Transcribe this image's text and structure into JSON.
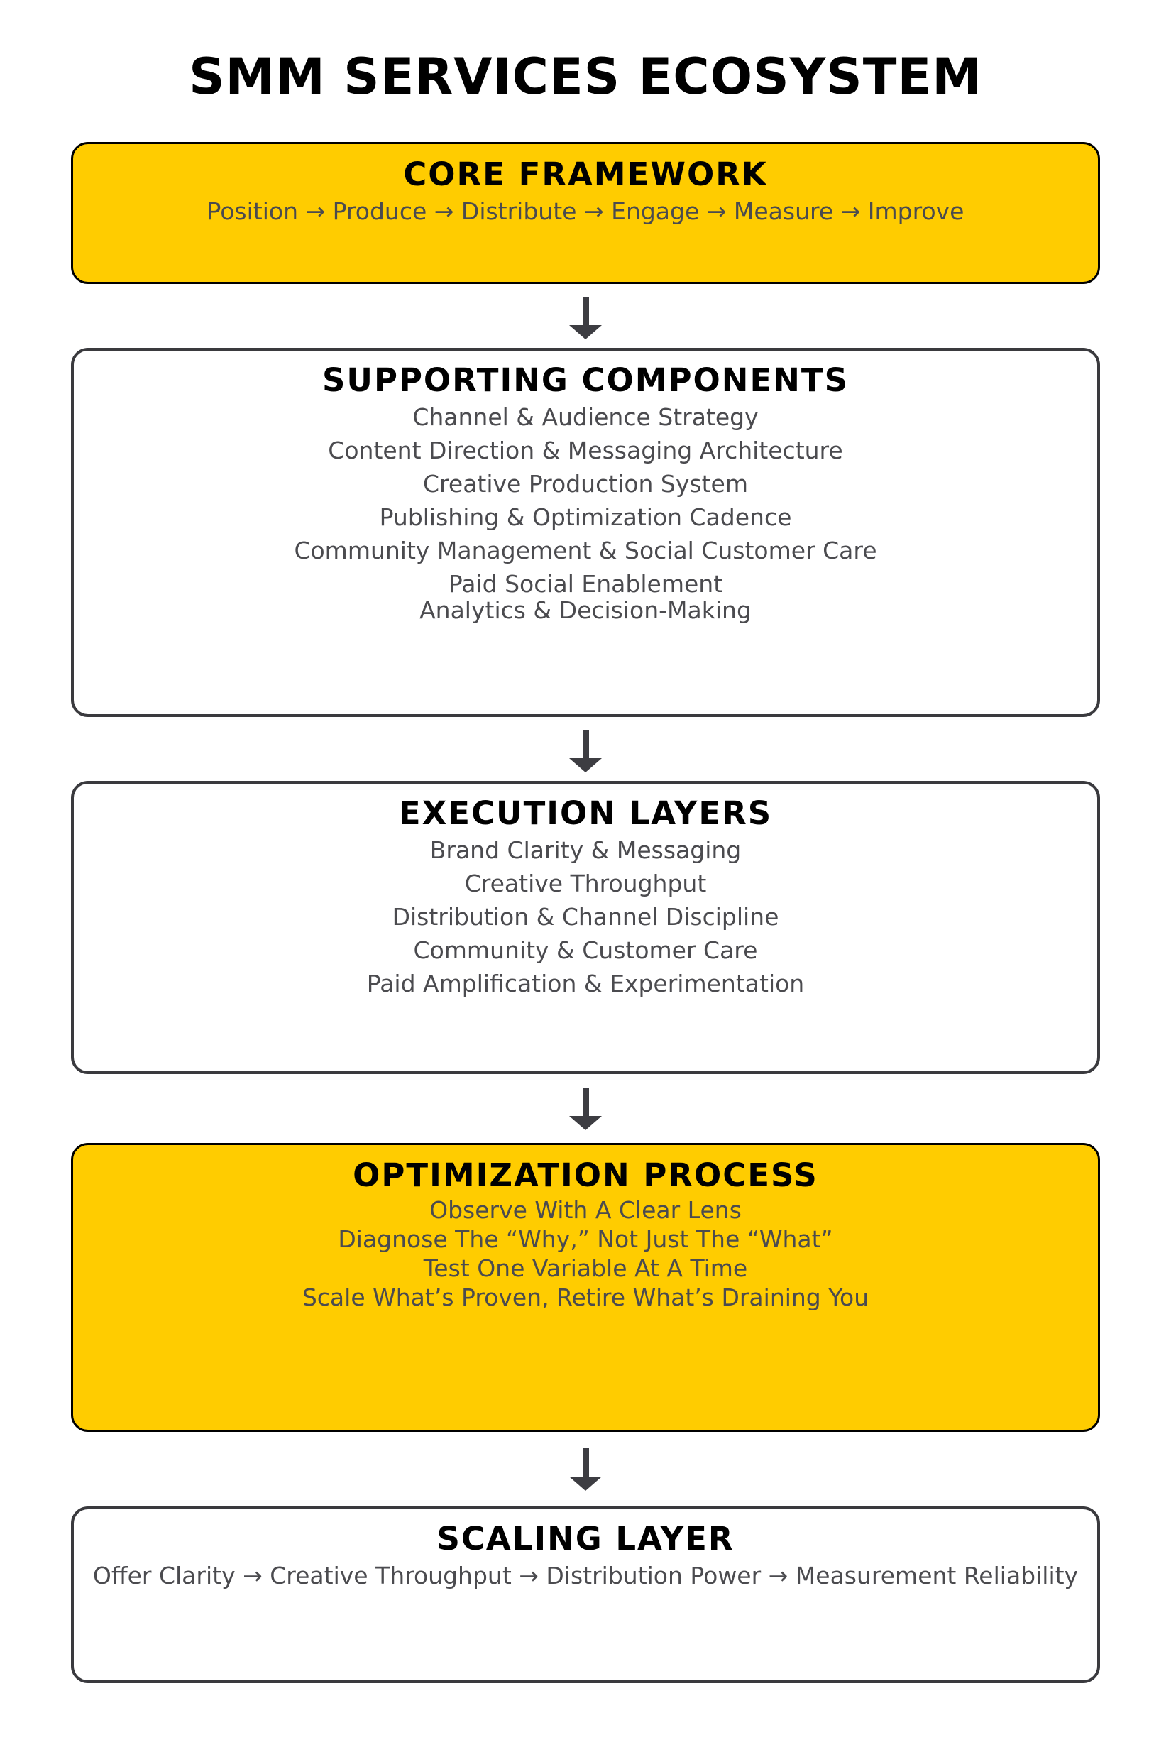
{
  "page": {
    "title": "SMM SERVICES ECOSYSTEM"
  },
  "colors": {
    "background": "#FFFFFF",
    "accent_yellow": "#FFCC00",
    "yellow_box_border": "#000000",
    "white_box_border": "#3A3A3E",
    "heading_text": "#000000",
    "body_text": "#4B4B4F",
    "arrow": "#3D3D42"
  },
  "boxes": [
    {
      "id": "core-framework",
      "variant": "yellow",
      "title": "CORE FRAMEWORK",
      "lines": [
        "Position → Produce → Distribute → Engage → Measure → Improve"
      ]
    },
    {
      "id": "supporting-components",
      "variant": "white",
      "title": "SUPPORTING COMPONENTS",
      "lines": [
        "Channel & Audience Strategy",
        "Content Direction & Messaging Architecture",
        "Creative Production System",
        "Publishing & Optimization Cadence",
        "Community Management & Social Customer Care",
        "Paid Social Enablement",
        "Analytics & Decision-Making"
      ]
    },
    {
      "id": "execution-layers",
      "variant": "white",
      "title": "EXECUTION LAYERS",
      "lines": [
        "Brand Clarity & Messaging",
        "Creative Throughput",
        "Distribution & Channel Discipline",
        "Community & Customer Care",
        "Paid Amplification & Experimentation"
      ]
    },
    {
      "id": "optimization-process",
      "variant": "yellow",
      "title": "OPTIMIZATION PROCESS",
      "lines": [
        "Observe With A Clear Lens",
        "Diagnose The “Why,” Not Just The “What”",
        "Test One Variable At A Time",
        "Scale What’s Proven, Retire What’s Draining You"
      ]
    },
    {
      "id": "scaling-layer",
      "variant": "white",
      "title": "SCALING LAYER",
      "lines": [
        "Offer Clarity → Creative Throughput → Distribution Power → Measurement Reliability"
      ]
    }
  ]
}
